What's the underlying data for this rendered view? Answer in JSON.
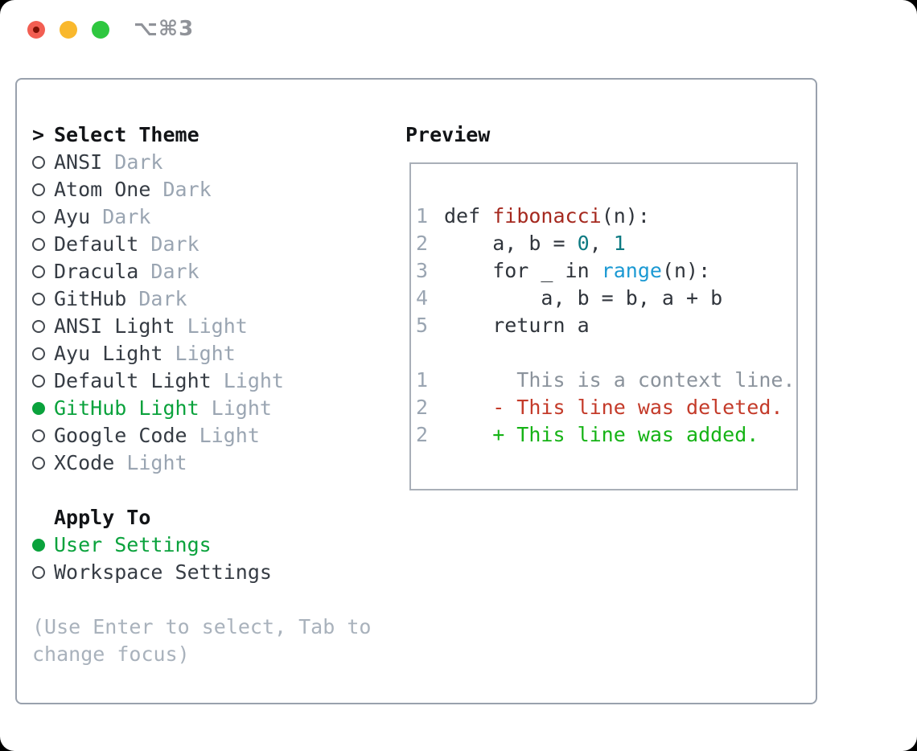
{
  "window": {
    "title_shortcut": "⌥⌘3",
    "traffic_lights": [
      "close",
      "minimize",
      "zoom"
    ]
  },
  "theme_panel": {
    "header": {
      "prompt": ">",
      "label": "Select Theme"
    },
    "themes": [
      {
        "name": "ANSI",
        "variant": "Dark",
        "selected": false
      },
      {
        "name": "Atom One",
        "variant": "Dark",
        "selected": false
      },
      {
        "name": "Ayu",
        "variant": "Dark",
        "selected": false
      },
      {
        "name": "Default",
        "variant": "Dark",
        "selected": false
      },
      {
        "name": "Dracula",
        "variant": "Dark",
        "selected": false
      },
      {
        "name": "GitHub",
        "variant": "Dark",
        "selected": false
      },
      {
        "name": "ANSI Light",
        "variant": "Light",
        "selected": false
      },
      {
        "name": "Ayu Light",
        "variant": "Light",
        "selected": false
      },
      {
        "name": "Default Light",
        "variant": "Light",
        "selected": false
      },
      {
        "name": "GitHub Light",
        "variant": "Light",
        "selected": true
      },
      {
        "name": "Google Code",
        "variant": "Light",
        "selected": false
      },
      {
        "name": "XCode",
        "variant": "Light",
        "selected": false
      }
    ],
    "apply_to": {
      "label": "Apply To",
      "options": [
        {
          "label": "User Settings",
          "selected": true
        },
        {
          "label": "Workspace Settings",
          "selected": false
        }
      ]
    },
    "help": "(Use Enter to select, Tab to change focus)"
  },
  "preview": {
    "label": "Preview",
    "code_lines": [
      {
        "num": "1",
        "segments": [
          {
            "t": "def ",
            "c": "code"
          },
          {
            "t": "fibonacci",
            "c": "func"
          },
          {
            "t": "(n):",
            "c": "code"
          }
        ]
      },
      {
        "num": "2",
        "segments": [
          {
            "t": "    a, b = ",
            "c": "code"
          },
          {
            "t": "0",
            "c": "num"
          },
          {
            "t": ", ",
            "c": "code"
          },
          {
            "t": "1",
            "c": "num"
          }
        ]
      },
      {
        "num": "3",
        "segments": [
          {
            "t": "    for _ in ",
            "c": "code"
          },
          {
            "t": "range",
            "c": "builtin"
          },
          {
            "t": "(n):",
            "c": "code"
          }
        ]
      },
      {
        "num": "4",
        "segments": [
          {
            "t": "        a, b = b, a + b",
            "c": "code"
          }
        ]
      },
      {
        "num": "5",
        "segments": [
          {
            "t": "    return a",
            "c": "code"
          }
        ]
      }
    ],
    "diff_lines": [
      {
        "num": "1",
        "text": "      This is a context line.",
        "type": "context"
      },
      {
        "num": "2",
        "text": "    - This line was deleted.",
        "type": "deleted"
      },
      {
        "num": "2",
        "text": "    + This line was added.",
        "type": "added"
      }
    ]
  },
  "colors": {
    "accent_green": "#0aa23c",
    "added_green": "#16b316",
    "deleted_red": "#c43b2a",
    "function_red": "#a5291f",
    "number_teal": "#0d7a82",
    "builtin_blue": "#1b99d3",
    "code_text": "#30353c",
    "item_text": "#363c44",
    "context_gray": "#8b939c",
    "muted": "#9aa5b2",
    "help": "#a9b2bc",
    "header": "#121417",
    "panel_border": "#99a1ad",
    "preview_border": "#a9afb8"
  }
}
